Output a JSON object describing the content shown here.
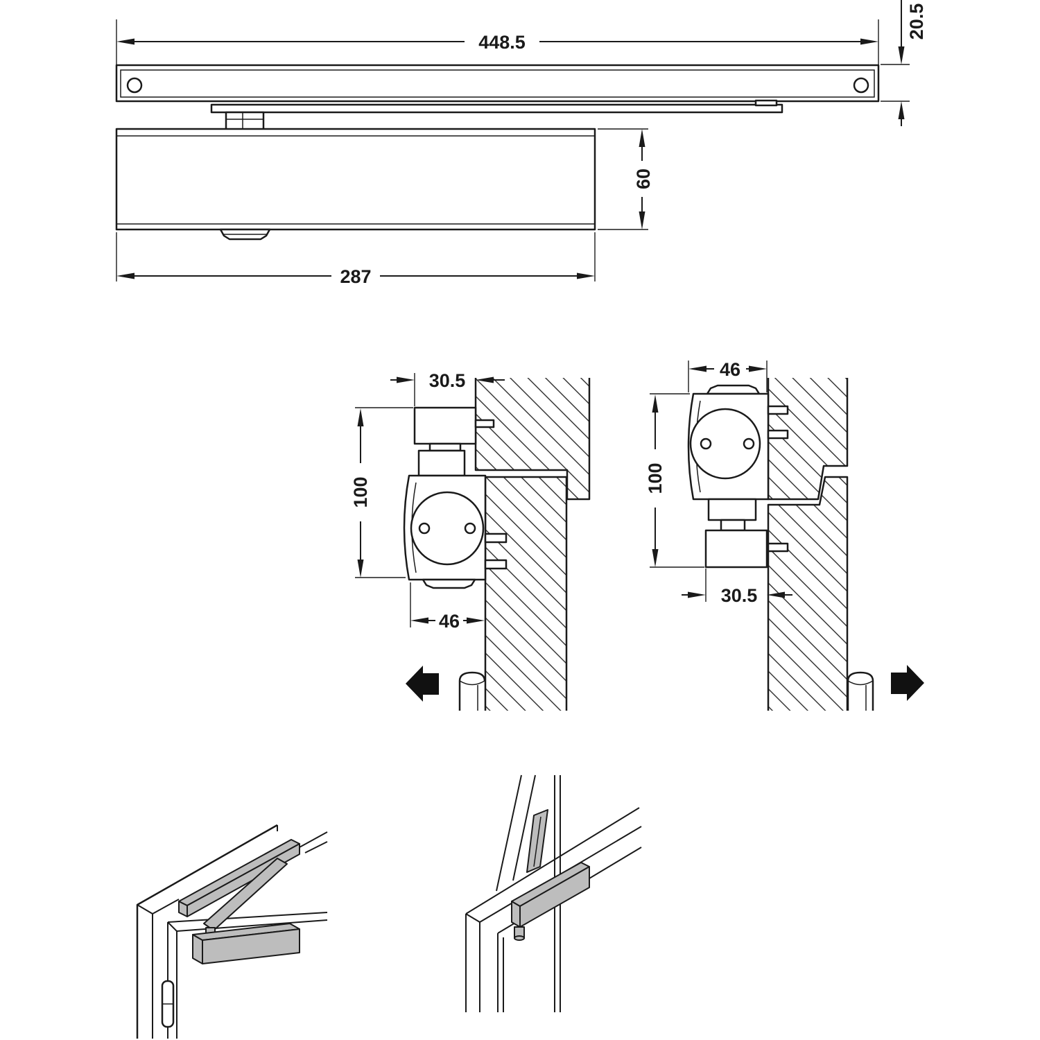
{
  "top_view": {
    "overall_length": "448.5",
    "rail_height": "20.5",
    "body_height": "60",
    "body_length": "287"
  },
  "section_left": {
    "rail_depth": "30.5",
    "height": "100",
    "body_depth": "46"
  },
  "section_right": {
    "body_depth": "46",
    "height": "100",
    "rail_depth": "30.5"
  },
  "icons": {
    "left_section_direction": "arrow-left-icon",
    "right_section_direction": "arrow-right-icon"
  },
  "colors": {
    "line": "#1a1a1a",
    "part_fill": "#bdbdbd",
    "arrow_fill": "#111111",
    "background": "#ffffff"
  }
}
